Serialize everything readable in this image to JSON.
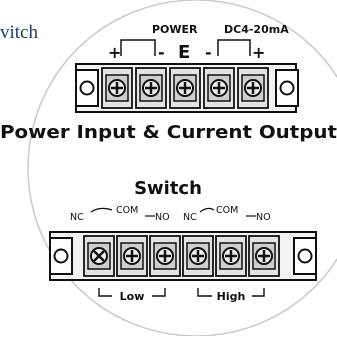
{
  "corner_label": "vitch",
  "power": {
    "top_left_label": "POWER",
    "top_right_label": "DC4-20mA",
    "plus": "+",
    "minus": "-",
    "earth": "E",
    "caption": "Power Input & Current Output"
  },
  "switch": {
    "title": "Switch",
    "nc": "NC",
    "com": "COM",
    "no": "NO",
    "low": "Low",
    "high": "High"
  }
}
